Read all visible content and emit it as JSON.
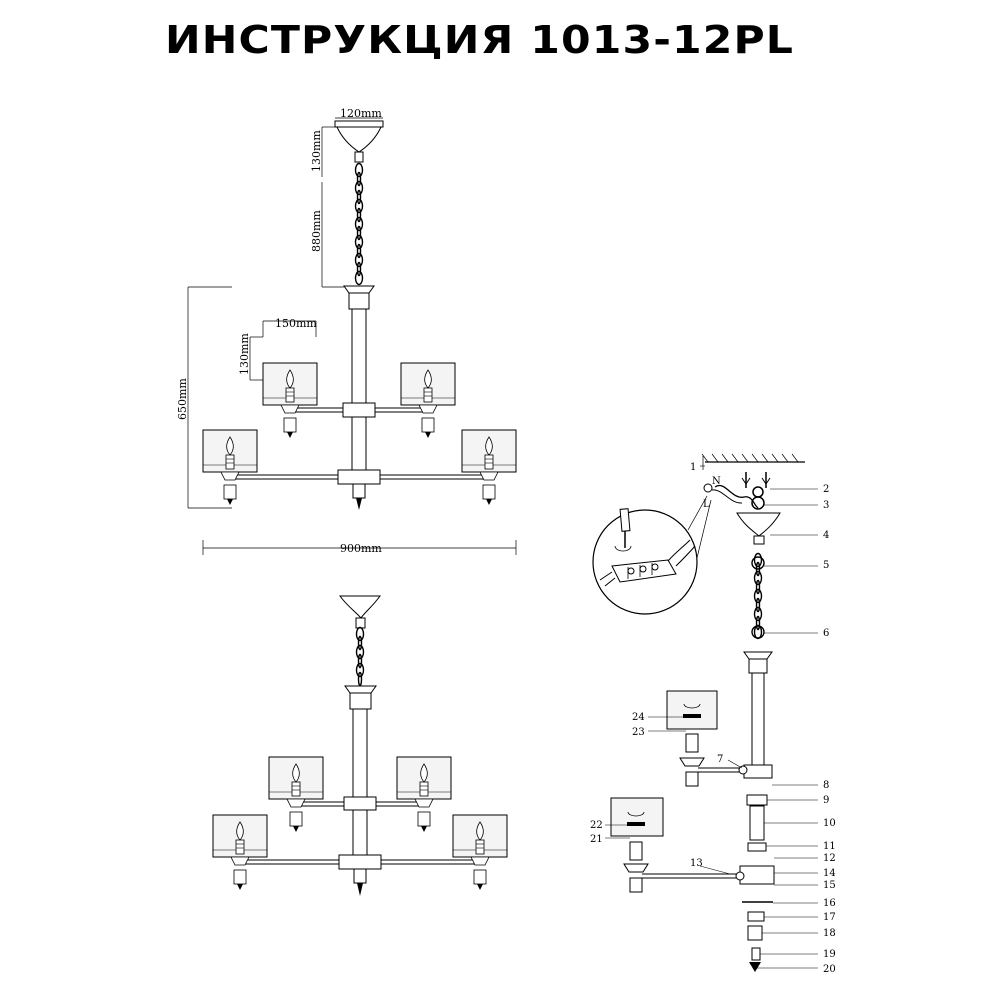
{
  "title": "ИНСТРУКЦИЯ 1013-12PL",
  "dimensions": {
    "canopy_width": "120mm",
    "canopy_height": "130mm",
    "chain_length": "880mm",
    "shade_width": "150mm",
    "shade_height": "130mm",
    "body_height": "650mm",
    "total_width": "900mm"
  },
  "parts": {
    "n1": "1",
    "n2": "2",
    "n3": "3",
    "n4": "4",
    "n5": "5",
    "n6": "6",
    "n7": "7",
    "n8": "8",
    "n9": "9",
    "n10": "10",
    "n11": "11",
    "n12": "12",
    "n13": "13",
    "n14": "14",
    "n15": "15",
    "n16": "16",
    "n17": "17",
    "n18": "18",
    "n19": "19",
    "n20": "20",
    "n21": "21",
    "n22": "22",
    "n23": "23",
    "n24": "24"
  },
  "wire_labels": {
    "neutral": "N",
    "live": "L"
  },
  "colors": {
    "line": "#000000",
    "background": "#ffffff",
    "shade_fill": "#f2f2f2"
  }
}
